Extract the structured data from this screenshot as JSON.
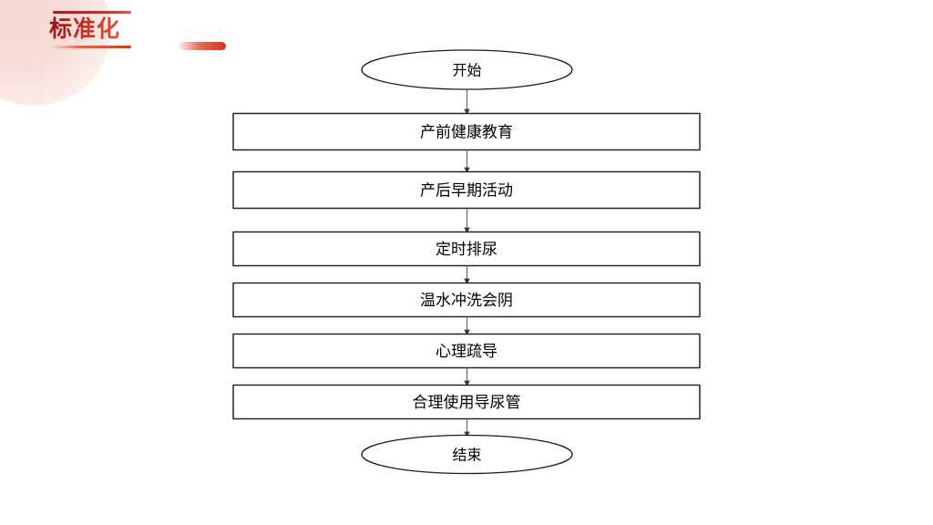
{
  "slide": {
    "title": "标准化",
    "background": "#ffffff",
    "accent_color": "#c0291f",
    "blob_color": "#f6d7d3"
  },
  "flowchart": {
    "type": "flowchart",
    "orientation": "top-to-bottom",
    "shape_fill": "#ffffff",
    "shape_stroke": "#1a1a1a",
    "text_color": "#000000",
    "start": {
      "label": "开始",
      "shape": "ellipse"
    },
    "end": {
      "label": "结束",
      "shape": "ellipse"
    },
    "steps": [
      {
        "label": "产前健康教育",
        "shape": "rectangle"
      },
      {
        "label": "产后早期活动",
        "shape": "rectangle"
      },
      {
        "label": "定时排尿",
        "shape": "rectangle"
      },
      {
        "label": "温水冲洗会阴",
        "shape": "rectangle"
      },
      {
        "label": "心理疏导",
        "shape": "rectangle"
      },
      {
        "label": "合理使用导尿管",
        "shape": "rectangle"
      }
    ]
  }
}
